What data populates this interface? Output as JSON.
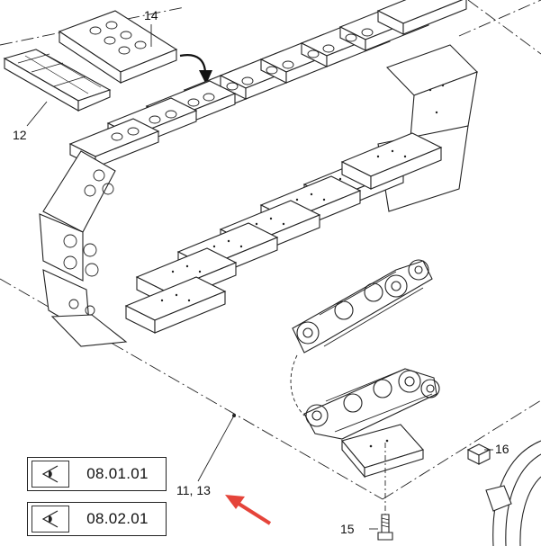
{
  "callouts": {
    "c14": "14",
    "c12": "12",
    "c11_13": "11, 13",
    "c15": "15",
    "c16": "16"
  },
  "references": [
    {
      "code": "08.01.01",
      "icon": "eye-view-icon"
    },
    {
      "code": "08.02.01",
      "icon": "eye-view-icon"
    }
  ],
  "colors": {
    "line": "#222222",
    "highlight_arrow": "#e5443a",
    "background": "#ffffff"
  }
}
